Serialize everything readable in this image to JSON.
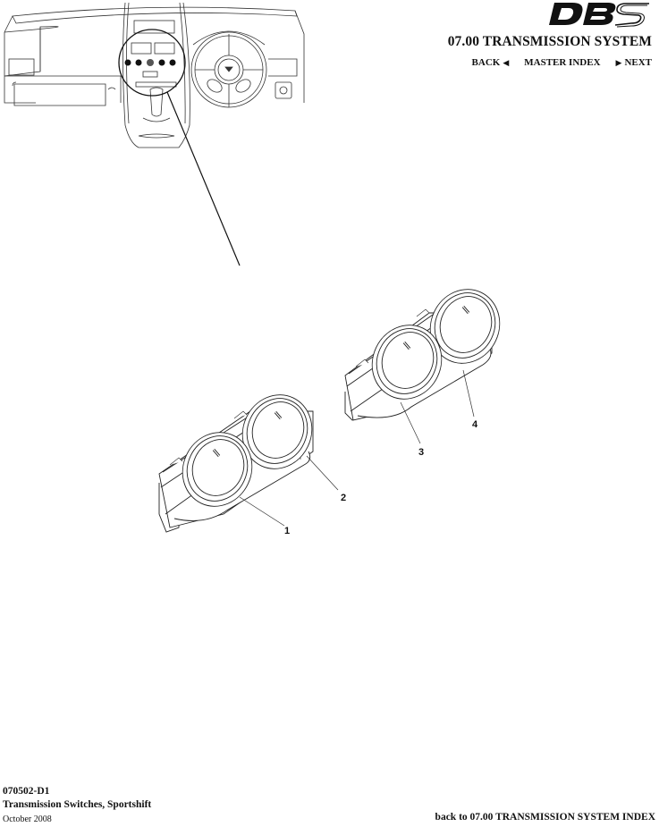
{
  "header": {
    "logo_text": "DBS",
    "section_title": "07.00 TRANSMISSION SYSTEM",
    "nav": {
      "back_label": "BACK",
      "back_icon": "triangle-left-icon",
      "master_index_label": "MASTER INDEX",
      "next_icon": "triangle-right-icon",
      "next_label": "NEXT"
    }
  },
  "illustration": {
    "overview": "dashboard-overview-with-centre-console-circled",
    "callouts": [
      {
        "number": "1"
      },
      {
        "number": "2"
      },
      {
        "number": "3"
      },
      {
        "number": "4"
      }
    ]
  },
  "footer": {
    "code": "070502-D1",
    "title": "Transmission Switches, Sportshift",
    "date": "October 2008",
    "back_link": "back to 07.00 TRANSMISSION SYSTEM INDEX"
  }
}
